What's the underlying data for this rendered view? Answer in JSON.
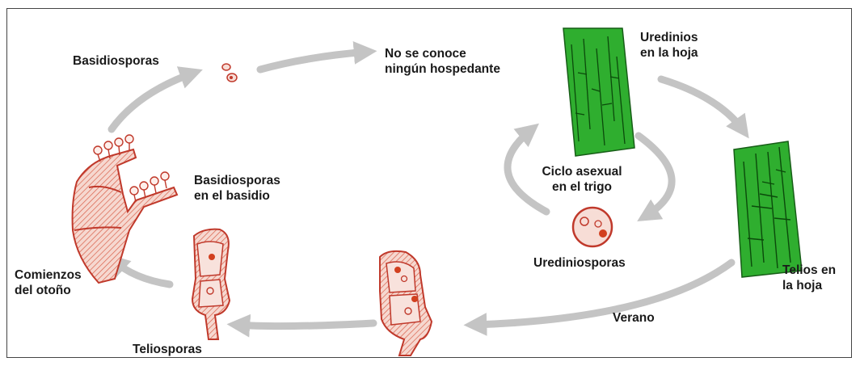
{
  "labels": {
    "basidiosporas": "Basidiosporas",
    "no_host_line1": "No se conoce",
    "no_host_line2": "ningún hospedante",
    "uredinios_line1": "Uredinios",
    "uredinios_line2": "en la hoja",
    "basidio_line1": "Basidiosporas",
    "basidio_line2": "en el basidio",
    "ciclo_line1": "Ciclo asexual",
    "ciclo_line2": "en el trigo",
    "urediniosporas": "Urediniosporas",
    "telios_line1": "Telios en",
    "telios_line2": "la hoja",
    "comienzos_line1": "Comienzos",
    "comienzos_line2": "del otoño",
    "verano": "Verano",
    "teliosporas": "Teliosporas"
  },
  "colors": {
    "leaf": "#2fae2f",
    "leaf_dark": "#0b4a0b",
    "spore_fill": "#f7ddd6",
    "spore_outline": "#c0392b",
    "spore_dot": "#d2401f",
    "arrow": "#c4c4c4"
  }
}
